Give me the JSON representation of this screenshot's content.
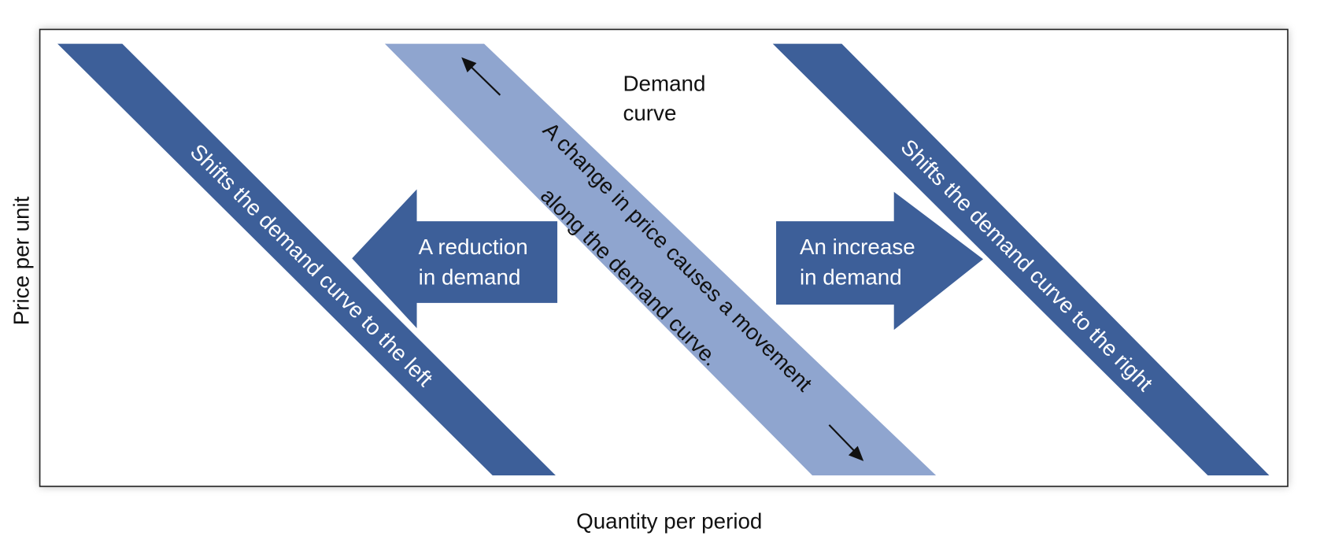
{
  "axes": {
    "y_label": "Price per unit",
    "x_label": "Quantity per period"
  },
  "demand_curve_label": [
    "Demand",
    "curve"
  ],
  "bands": {
    "left": "Shifts the demand curve to the left",
    "middle": [
      "A change in price causes a movement",
      "along the demand curve."
    ],
    "right": "Shifts the demand curve to the right"
  },
  "arrows": {
    "reduction": [
      "A reduction",
      "in demand"
    ],
    "increase": [
      "An increase",
      "in demand"
    ]
  },
  "colors": {
    "dark_band": "#3d5f99",
    "light_band": "#8fa5cf",
    "frame": "#222222"
  }
}
